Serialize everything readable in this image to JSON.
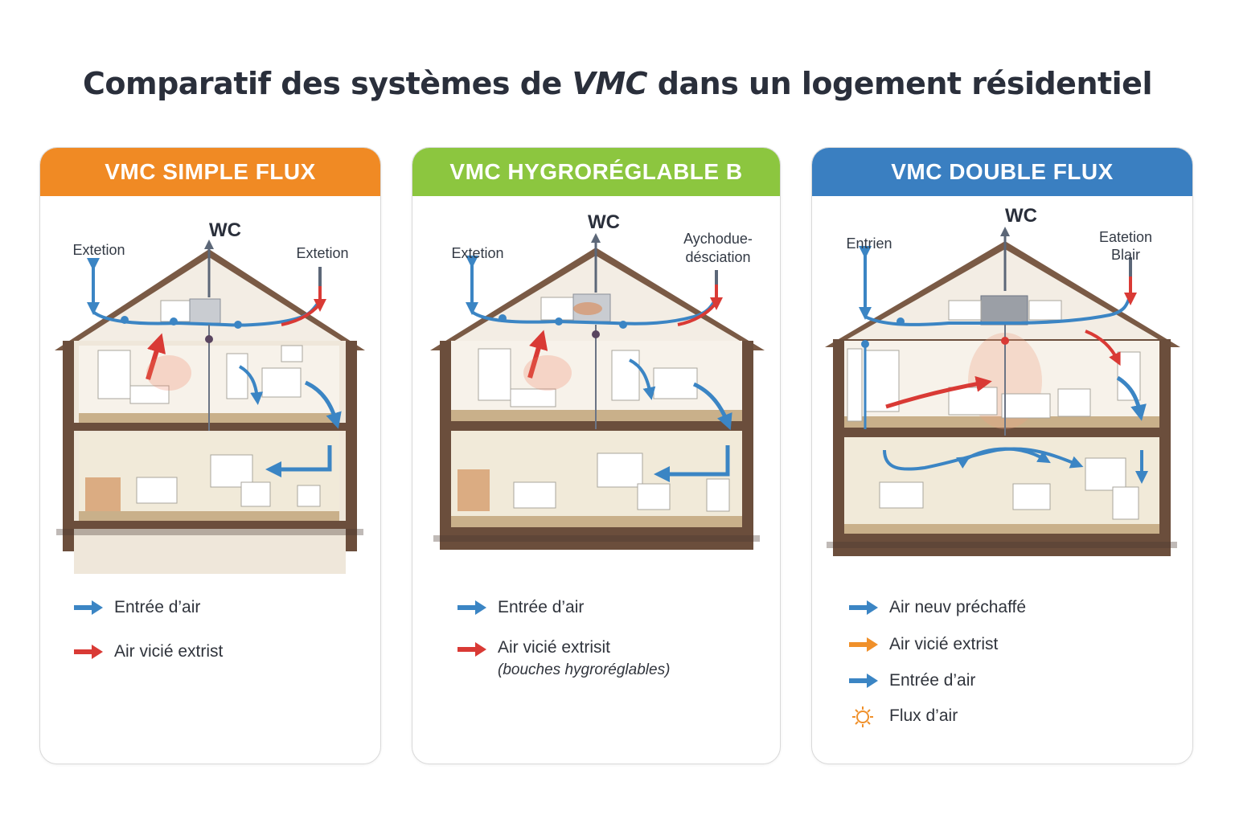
{
  "title": {
    "before": "Comparatif des systèmes de ",
    "emphasis": "VMC",
    "after": " dans un logement résidentiel"
  },
  "colors": {
    "simple": "#f08a24",
    "hygro": "#8cc63f",
    "double": "#3a7fc1",
    "air_in": "#3b85c4",
    "air_out": "#d93a35",
    "air_warm": "#f0902a"
  },
  "panels": [
    {
      "header": "VMC SIMPLE FLUX",
      "labels": {
        "left": "Extetion",
        "center": "WC",
        "right": "Extetion"
      },
      "legend": [
        {
          "icon": "blue-arrow-icon",
          "text": "Entrée d’air"
        },
        {
          "icon": "red-arrow-icon",
          "text": "Air vicié extrist"
        }
      ]
    },
    {
      "header": "VMC HYGRORÉGLABLE B",
      "labels": {
        "left": "Extetion",
        "center": "WC",
        "right_line1": "Aychodue-",
        "right_line2": "désciation"
      },
      "legend": [
        {
          "icon": "blue-arrow-icon",
          "text": "Entrée d’air"
        },
        {
          "icon": "red-arrow-icon",
          "text": "Air vicié extrisit",
          "sub": "(bouches hygroréglables)"
        }
      ]
    },
    {
      "header": "VMC DOUBLE FLUX",
      "labels": {
        "left": "Entrien",
        "center": "WC",
        "right_line1": "Eatetion",
        "right_line2": "Blair"
      },
      "legend": [
        {
          "icon": "blue-arrow-icon",
          "text": "Air neuv préchaffé"
        },
        {
          "icon": "orange-arrow-icon",
          "text": "Air vicié extrist"
        },
        {
          "icon": "blue-arrow-icon",
          "text": "Entrée d’air"
        },
        {
          "icon": "sun-airflow-icon",
          "text": "Flux d’air"
        }
      ]
    }
  ]
}
